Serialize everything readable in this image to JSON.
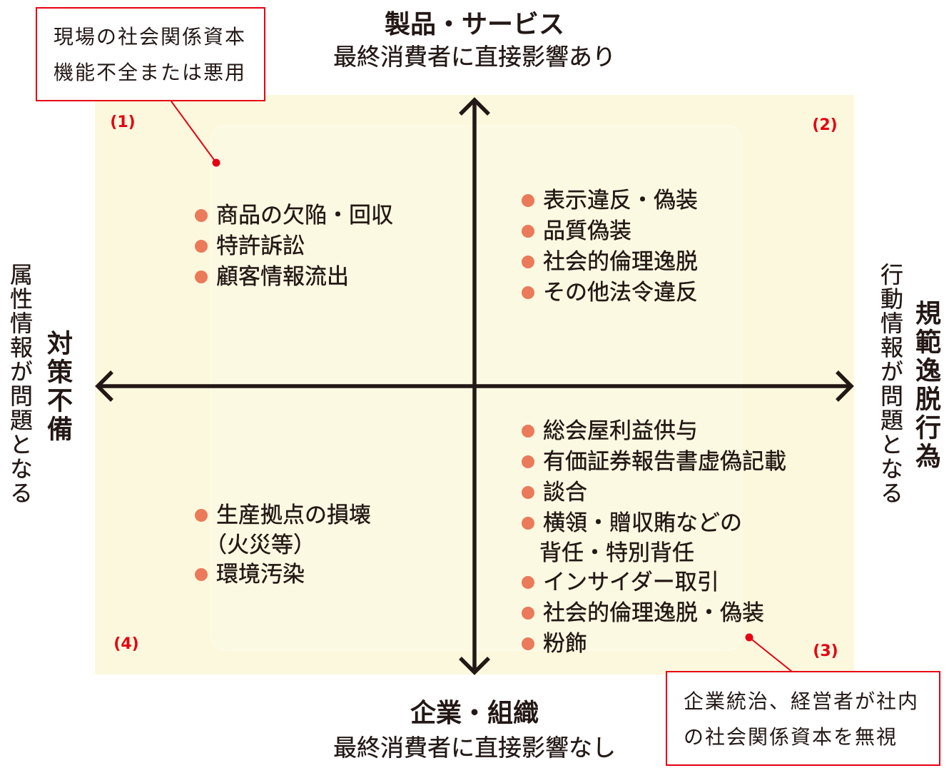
{
  "axes": {
    "top": {
      "title": "製品・サービス",
      "subtitle": "最終消費者に直接影響あり"
    },
    "bottom": {
      "title": "企業・組織",
      "subtitle": "最終消費者に直接影響なし"
    },
    "left": {
      "title": "対策不備",
      "subtitle": "属性情報が問題となる"
    },
    "right": {
      "title": "規範逸脱行為",
      "subtitle": "行動情報が問題となる"
    }
  },
  "quadrants": {
    "q1": {
      "number": "(1)",
      "items": [
        {
          "lines": [
            "商品の欠陥・回収"
          ]
        },
        {
          "lines": [
            "特許訴訟"
          ]
        },
        {
          "lines": [
            "顧客情報流出"
          ]
        }
      ]
    },
    "q2": {
      "number": "(2)",
      "items": [
        {
          "lines": [
            "表示違反・偽装"
          ]
        },
        {
          "lines": [
            "品質偽装"
          ]
        },
        {
          "lines": [
            "社会的倫理逸脱"
          ]
        },
        {
          "lines": [
            "その他法令違反"
          ]
        }
      ]
    },
    "q3": {
      "number": "(3)",
      "items": [
        {
          "lines": [
            "総会屋利益供与"
          ]
        },
        {
          "lines": [
            "有価証券報告書虚偽記載"
          ]
        },
        {
          "lines": [
            "談合"
          ]
        },
        {
          "lines": [
            "横領・贈収賄などの",
            "背任・特別背任"
          ]
        },
        {
          "lines": [
            "インサイダー取引"
          ]
        },
        {
          "lines": [
            "社会的倫理逸脱・偽装"
          ]
        },
        {
          "lines": [
            "粉飾"
          ]
        }
      ]
    },
    "q4": {
      "number": "(4)",
      "items": [
        {
          "lines": [
            "生産拠点の損壊",
            "（火災等）"
          ]
        },
        {
          "lines": [
            "環境汚染"
          ]
        }
      ]
    }
  },
  "callouts": {
    "q1_note": {
      "lines": [
        "現場の社会関係資本",
        "機能不全または悪用"
      ]
    },
    "q3_note": {
      "lines": [
        "企業統治、経営者が社内",
        "の社会関係資本を無視"
      ]
    }
  },
  "colors": {
    "panel": "#FCF8DD",
    "axis": "#231815",
    "bullet": "#EA7A5A",
    "accent_red": "#E60012",
    "text": "#231815"
  },
  "icons": {
    "bullet": "orange-dot",
    "axis_ends": "chevron-arrow",
    "callout_pointer": "red-dot"
  }
}
